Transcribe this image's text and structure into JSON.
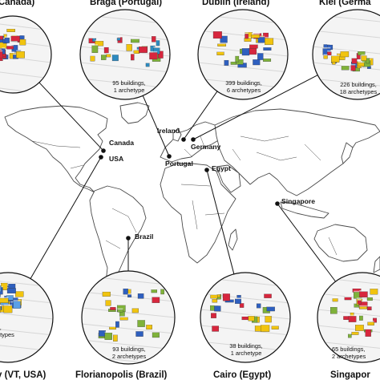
{
  "figure": {
    "colors": {
      "land_fill": "#ffffff",
      "border_line": "#4a4a4a",
      "leader_line": "#111111",
      "marker": "#111111",
      "building_red": "#d7263d",
      "building_blue": "#2e5fbf",
      "building_yellow": "#f1c40f",
      "building_green": "#7fb23a",
      "building_grey": "#bdbdbd"
    },
    "panels": [
      {
        "title": "(Canada)",
        "caption_lines": [],
        "palette": [
          "#d7263d",
          "#2e5fbf",
          "#f1c40f"
        ],
        "icon": "building-cluster-icon"
      },
      {
        "title": "Braga (Portugal)",
        "caption_lines": [
          "95 buildings,",
          "1 archetype"
        ],
        "palette": [
          "#2e8bc0",
          "#7fb23a",
          "#f1c40f",
          "#d7263d"
        ],
        "icon": "building-cluster-icon"
      },
      {
        "title": "Dublin (Ireland)",
        "caption_lines": [
          "399 buildings,",
          "6 archetypes"
        ],
        "palette": [
          "#f1c40f",
          "#d7263d",
          "#7fb23a",
          "#2e5fbf"
        ],
        "icon": "building-cluster-icon"
      },
      {
        "title": "Kiel (Germa",
        "caption_lines": [
          "226 buildings,",
          "18 archetypes"
        ],
        "palette": [
          "#2e5fbf",
          "#f1c40f",
          "#d7263d",
          "#7fb23a"
        ],
        "icon": "building-cluster-icon"
      },
      {
        "title": "y (VT, USA)",
        "caption_lines": [
          "s,",
          "etypes"
        ],
        "palette": [
          "#2e5fbf",
          "#5aa0e6",
          "#f1c40f"
        ],
        "icon": "building-cluster-icon"
      },
      {
        "title": "Florianopolis (Brazil)",
        "caption_lines": [
          "93 buildings,",
          "2 archetypes"
        ],
        "palette": [
          "#2e5fbf",
          "#d7263d",
          "#f1c40f",
          "#7fb23a"
        ],
        "icon": "building-cluster-icon"
      },
      {
        "title": "Cairo (Egypt)",
        "caption_lines": [
          "38 buildings,",
          "1 archetype"
        ],
        "palette": [
          "#d7263d",
          "#2e5fbf",
          "#f1c40f",
          "#7fb23a"
        ],
        "icon": "building-cluster-icon"
      },
      {
        "title": "Singapor",
        "caption_lines": [
          "65 buildings,",
          "2 archetypes"
        ],
        "palette": [
          "#f1c40f",
          "#7fb23a",
          "#d7263d"
        ],
        "icon": "building-cluster-icon"
      }
    ],
    "markers": [
      {
        "label": "Canada"
      },
      {
        "label": "USA"
      },
      {
        "label": "Ireland"
      },
      {
        "label": "Germany"
      },
      {
        "label": "Portugal"
      },
      {
        "label": "Egypt"
      },
      {
        "label": "Singapore"
      },
      {
        "label": "Brazil"
      }
    ]
  }
}
